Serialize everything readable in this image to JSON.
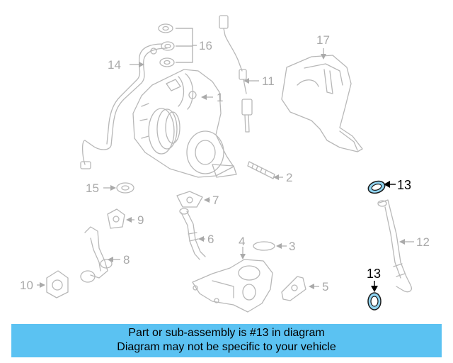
{
  "callouts": {
    "c1": "1",
    "c2": "2",
    "c3": "3",
    "c4": "4",
    "c5": "5",
    "c6": "6",
    "c7": "7",
    "c8": "8",
    "c9": "9",
    "c10": "10",
    "c11": "11",
    "c12": "12",
    "c13a": "13",
    "c13b": "13",
    "c14": "14",
    "c15": "15",
    "c16": "16",
    "c17": "17"
  },
  "highlighted_part": "13",
  "colors": {
    "highlight_fill": "#8fd3f0",
    "banner_bg": "#5bc2f2",
    "line_gray": "#b8b8b8"
  },
  "banner": {
    "line1": "Part or sub-assembly is #13 in diagram",
    "line2": "Diagram may not be specific to your vehicle"
  }
}
